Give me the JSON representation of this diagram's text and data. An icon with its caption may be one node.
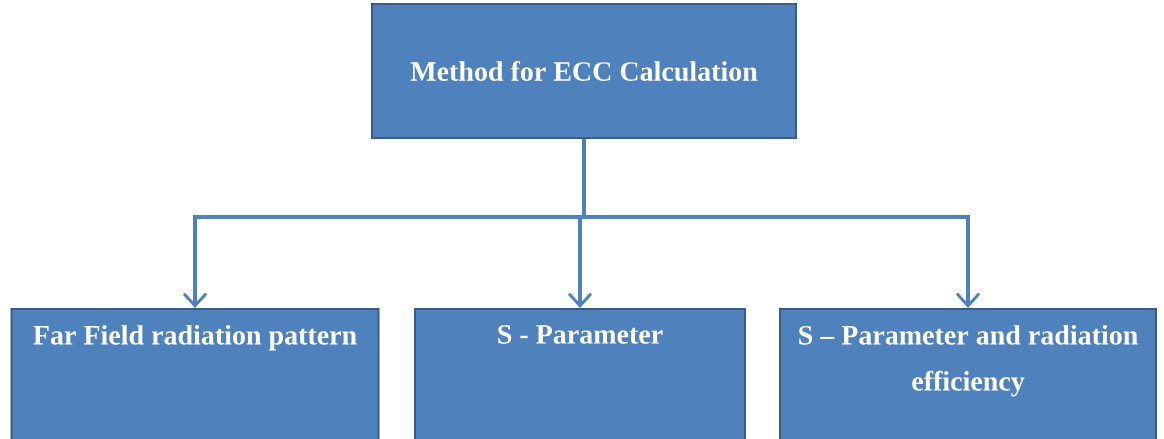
{
  "diagram": {
    "nodes": [
      {
        "text": [
          "Method for ECC Calculation"
        ]
      },
      {
        "text": [
          "Far Field radiation pattern"
        ]
      },
      {
        "text": [
          "S - Parameter"
        ]
      },
      {
        "text": [
          "S – Parameter and radiation efficiency"
        ]
      }
    ],
    "edges": [
      {
        "from": 0,
        "to": 1,
        "arrow": "to"
      },
      {
        "from": 0,
        "to": 2,
        "arrow": "to"
      },
      {
        "from": 0,
        "to": 3,
        "arrow": "to"
      }
    ]
  }
}
